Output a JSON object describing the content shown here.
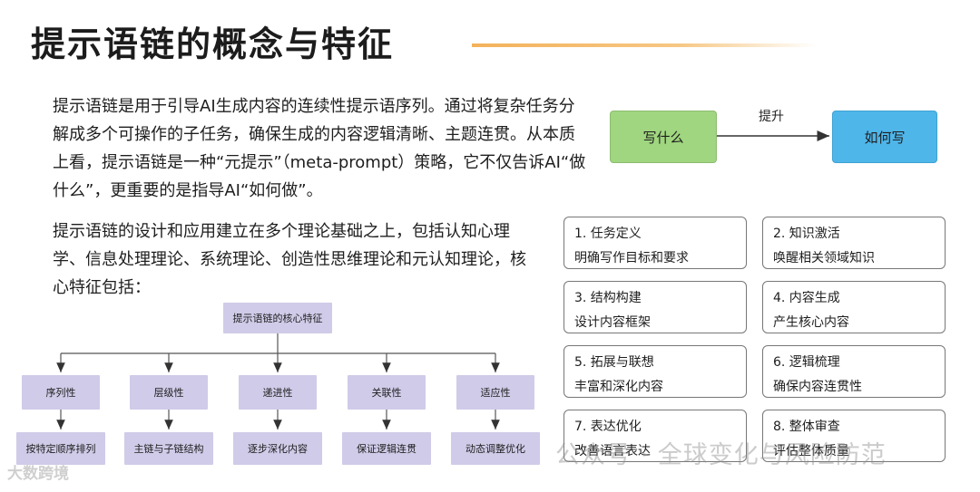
{
  "title": "提示语链的概念与特征",
  "paragraph1": "提示语链是用于引导AI生成内容的连续性提示语序列。通过将复杂任务分解成多个可操作的子任务，确保生成的内容逻辑清晰、主题连贯。从本质上看，提示语链是一种“元提示”（meta-prompt）策略，它不仅告诉AI“做什么”，更重要的是指导AI“如何做”。",
  "paragraph2": "提示语链的设计和应用建立在多个理论基础之上，包括认知心理学、信息处理理论、系统理论、创造性思维理论和元认知理论，核心特征包括：",
  "flow": {
    "from": "写什么",
    "arrow_label": "提升",
    "to": "如何写"
  },
  "steps": [
    {
      "title": "1. 任务定义",
      "desc": "明确写作目标和要求"
    },
    {
      "title": "2. 知识激活",
      "desc": "唤醒相关领域知识"
    },
    {
      "title": "3. 结构构建",
      "desc": "设计内容框架"
    },
    {
      "title": "4. 内容生成",
      "desc": "产生核心内容"
    },
    {
      "title": "5. 拓展与联想",
      "desc": "丰富和深化内容"
    },
    {
      "title": "6. 逻辑梳理",
      "desc": "确保内容连贯性"
    },
    {
      "title": "7. 表达优化",
      "desc": "改善语言表达"
    },
    {
      "title": "8. 整体审查",
      "desc": "评估整体质量"
    }
  ],
  "tree": {
    "root": "提示语链的核心特征",
    "features": [
      {
        "name": "序列性",
        "detail": "按特定顺序排列"
      },
      {
        "name": "层级性",
        "detail": "主链与子链结构"
      },
      {
        "name": "递进性",
        "detail": "逐步深化内容"
      },
      {
        "name": "关联性",
        "detail": "保证逻辑连贯"
      },
      {
        "name": "适应性",
        "detail": "动态调整优化"
      }
    ]
  },
  "watermarks": {
    "left": "大数跨境",
    "right": "公众号 · 全球变化与风险防范"
  }
}
